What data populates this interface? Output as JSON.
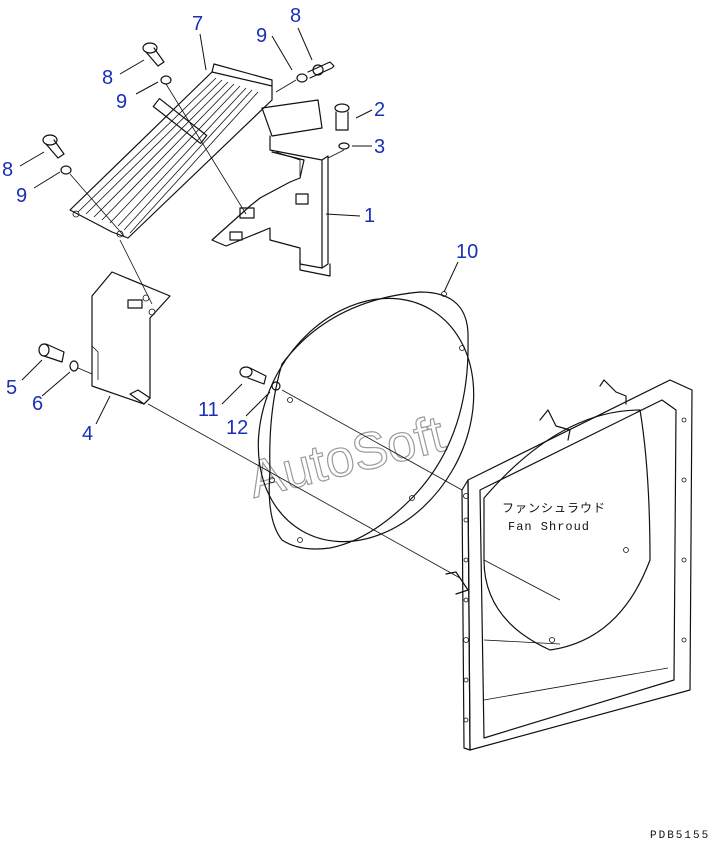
{
  "callouts": {
    "c1": "1",
    "c2": "2",
    "c3": "3",
    "c4": "4",
    "c5": "5",
    "c6": "6",
    "c7": "7",
    "c8a": "8",
    "c8b": "8",
    "c8c": "8",
    "c9a": "9",
    "c9b": "9",
    "c9c": "9",
    "c10": "10",
    "c11": "11",
    "c12": "12"
  },
  "shroud_label_jp": "ファンシュラウド",
  "shroud_label_en": "Fan Shroud",
  "watermark": "AutoSoft",
  "drawing_code": "PDB5155",
  "colors": {
    "callout": "#1a2fb8",
    "line": "#111111",
    "watermark": "#9a9a9a"
  }
}
